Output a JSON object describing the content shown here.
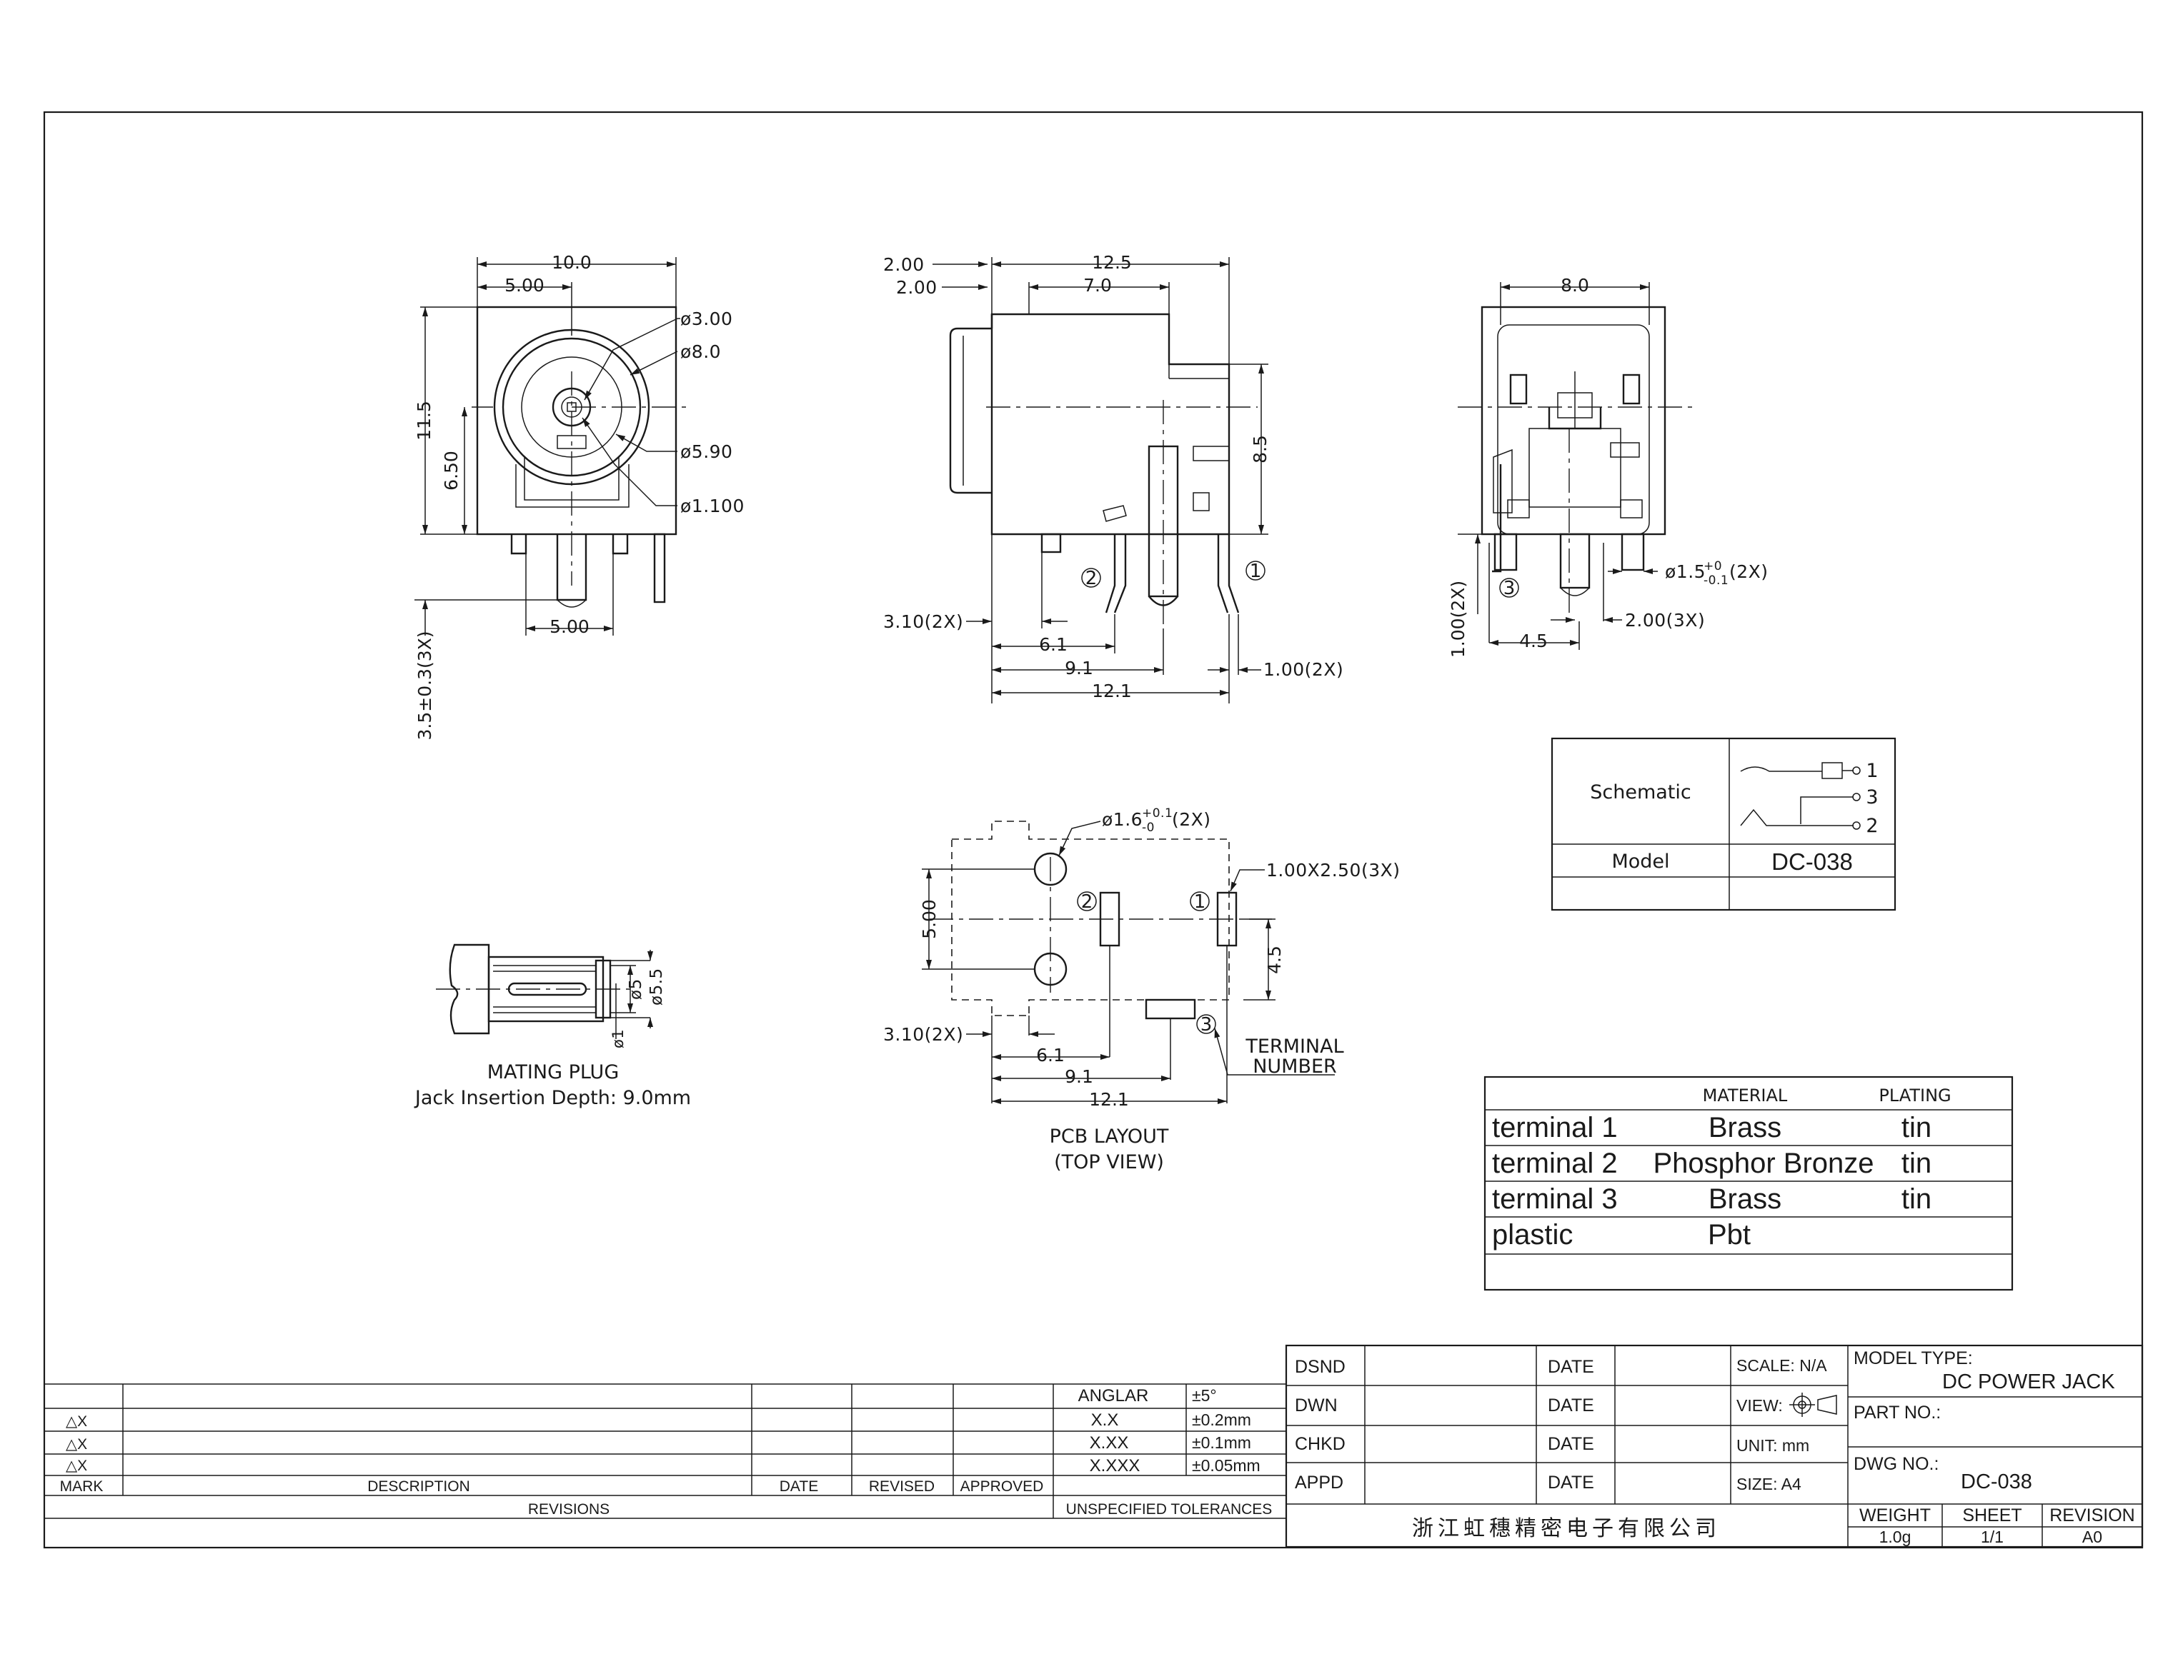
{
  "front_view": {
    "dims": {
      "w_overall": "10.0",
      "w_center": "5.00",
      "d1": "ø3.00",
      "d2": "ø8.0",
      "d3": "ø5.90",
      "d4": "ø1.100",
      "h_overall": "11.5",
      "h_center": "6.50",
      "pin_spacing": "5.00",
      "pin_len": "3.5±0.3(3X)"
    }
  },
  "side_view": {
    "dims": {
      "a": "2.00",
      "b": "2.00",
      "len": "12.5",
      "inner": "7.0",
      "height": "8.5",
      "pin_w": "3.10(2X)",
      "p1": "6.1",
      "p2": "9.1",
      "p3": "12.1",
      "pin_t": "1.00(2X)"
    },
    "pins": [
      "1",
      "2"
    ]
  },
  "back_view": {
    "dims": {
      "width": "8.0",
      "hole": "ø1.5",
      "hole_tol_top": "+0",
      "hole_tol_bot": "-0.1",
      "hole_qty": "(2X)",
      "pin_h": "1.00(2X)",
      "pitch": "4.5",
      "pin_w": "2.00(3X)"
    },
    "pins": [
      "3"
    ]
  },
  "pcb_layout": {
    "dims": {
      "hole": "ø1.6",
      "hole_tol_top": "+0.1",
      "hole_tol_bot": "-0",
      "hole_qty": "(2X)",
      "slot": "1.00X2.50(3X)",
      "span": "5.00",
      "off": "4.5",
      "pin_w": "3.10(2X)",
      "p1": "6.1",
      "p2": "9.1",
      "p3": "12.1"
    },
    "pins": [
      "1",
      "2",
      "3"
    ],
    "terminal_label_1": "TERMINAL",
    "terminal_label_2": "NUMBER",
    "caption_1": "PCB LAYOUT",
    "caption_2": "(TOP VIEW)"
  },
  "mating_plug": {
    "dims": {
      "d_outer": "ø5.5",
      "d_mid": "ø5",
      "d_pin": "ø1"
    },
    "caption_1": "MATING PLUG",
    "caption_2": "Jack Insertion Depth: 9.0mm"
  },
  "schematic": {
    "label": "Schematic",
    "pins": [
      "1",
      "3",
      "2"
    ],
    "model_label": "Model",
    "model_value": "DC-038"
  },
  "materials": {
    "headers": [
      "MATERIAL",
      "PLATING"
    ],
    "rows": [
      {
        "part": "terminal 1",
        "material": "Brass",
        "plating": "tin"
      },
      {
        "part": "terminal 2",
        "material": "Phosphor Bronze",
        "plating": "tin"
      },
      {
        "part": "terminal 3",
        "material": "Brass",
        "plating": "tin"
      },
      {
        "part": "plastic",
        "material": "Pbt",
        "plating": ""
      }
    ]
  },
  "title_block": {
    "revisions": {
      "mark_symbols": [
        "△X",
        "△X",
        "△X"
      ],
      "headers": [
        "MARK",
        "DESCRIPTION",
        "DATE",
        "REVISED",
        "APPROVED"
      ],
      "footer": "REVISIONS"
    },
    "tolerances": {
      "rows": [
        {
          "k": "ANGLAR",
          "v": "±5°"
        },
        {
          "k": "X.X",
          "v": "±0.2mm"
        },
        {
          "k": "X.XX",
          "v": "±0.1mm"
        },
        {
          "k": "X.XXX",
          "v": "±0.05mm"
        }
      ],
      "footer": "UNSPECIFIED TOLERANCES"
    },
    "approvals": [
      "DSND",
      "DWN",
      "CHKD",
      "APPD"
    ],
    "date_label": "DATE",
    "scale": "SCALE: N/A",
    "view": "VIEW:",
    "unit": "UNIT: mm",
    "size": "SIZE: A4",
    "model_type_label": "MODEL TYPE:",
    "model_type": "DC POWER JACK",
    "part_no_label": "PART NO.:",
    "dwg_no_label": "DWG NO.:",
    "dwg_no": "DC-038",
    "company": "浙江虹穗精密电子有限公司",
    "weight_label": "WEIGHT",
    "weight": "1.0g",
    "sheet_label": "SHEET",
    "sheet": "1/1",
    "revision_label": "REVISION",
    "revision": "A0"
  }
}
